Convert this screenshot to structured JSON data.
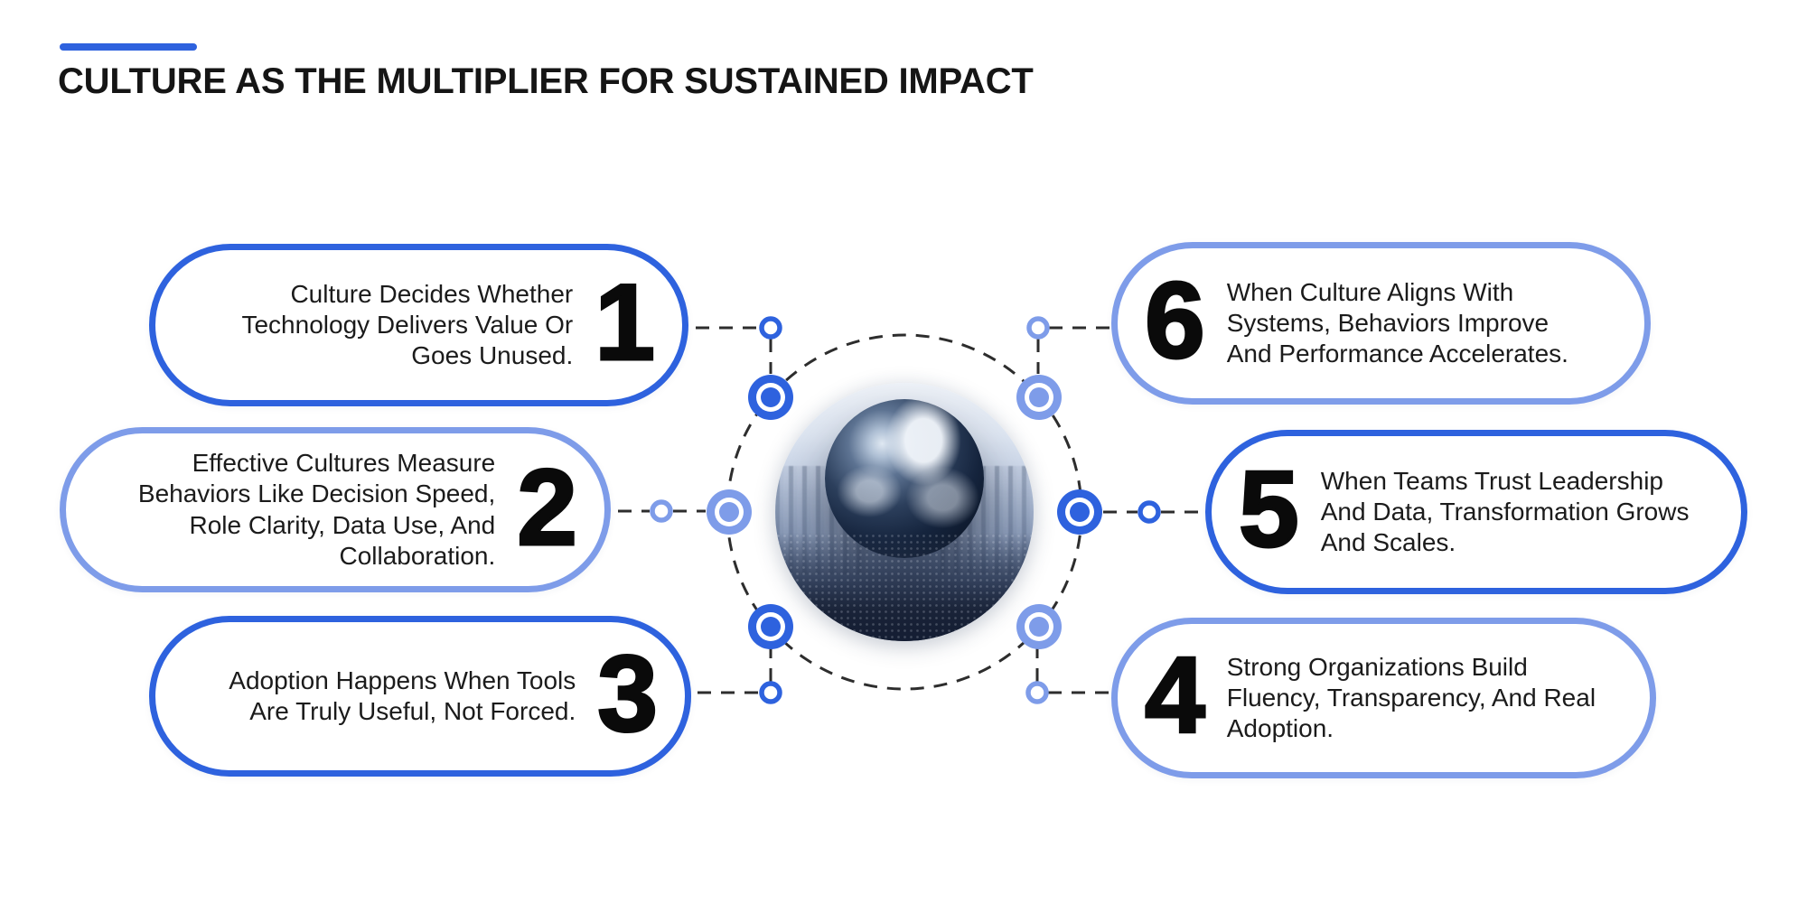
{
  "title": "CULTURE AS THE MULTIPLIER FOR SUSTAINED IMPACT",
  "colors": {
    "dark": "#2e62de",
    "light": "#7e9ce9",
    "dash": "#2d2d2d",
    "text": "#1b1b1b",
    "title": "#151515",
    "number": "#0a0a0a"
  },
  "center": {
    "image": "globe-floating-above-crowd-with-city-skyline",
    "ring": "dashed-circle"
  },
  "items": [
    {
      "number": "1",
      "text": "Culture Decides Whether Technology Delivers Value Or Goes Unused.",
      "tone": "dark",
      "side": "left"
    },
    {
      "number": "2",
      "text": "Effective Cultures Measure Behaviors Like Decision Speed, Role Clarity, Data Use, And Collaboration.",
      "tone": "light",
      "side": "left"
    },
    {
      "number": "3",
      "text": "Adoption Happens When Tools Are Truly Useful, Not Forced.",
      "tone": "dark",
      "side": "left"
    },
    {
      "number": "4",
      "text": "Strong Organizations Build Fluency, Transparency, And Real Adoption.",
      "tone": "light",
      "side": "right"
    },
    {
      "number": "5",
      "text": "When Teams Trust Leadership And Data, Transformation Grows And Scales.",
      "tone": "dark",
      "side": "right"
    },
    {
      "number": "6",
      "text": "When Culture Aligns With Systems, Behaviors Improve And Performance Accelerates.",
      "tone": "light",
      "side": "right"
    }
  ]
}
